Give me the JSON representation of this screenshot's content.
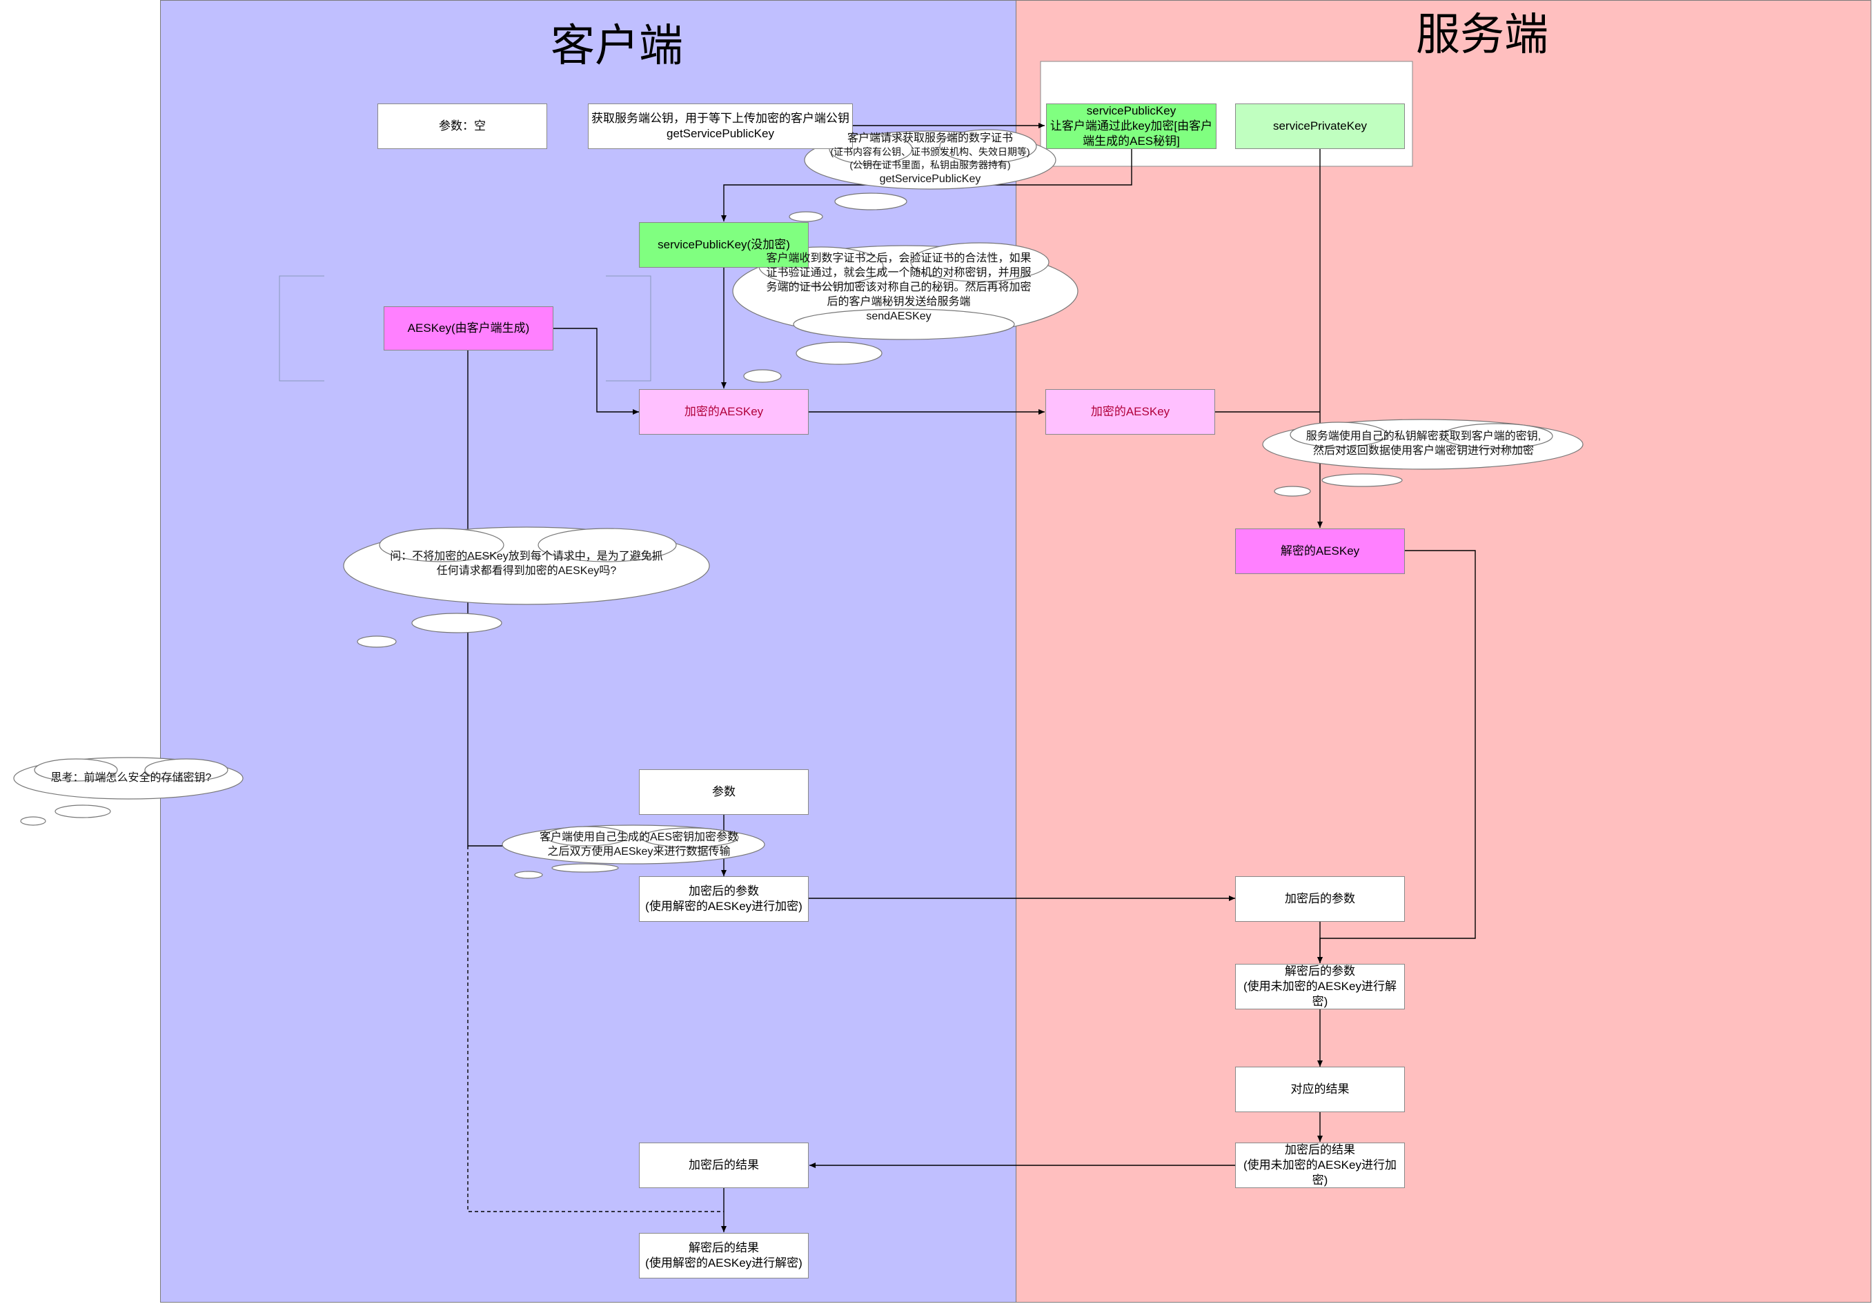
{
  "lanes": {
    "client_title": "客户端",
    "server_title": "服务端"
  },
  "nodes": {
    "params_empty": "参数：空",
    "get_public_key": "获取服务端公钥，用于等下上传加密的客户端公钥\ngetServicePublicKey",
    "service_public_key": "servicePublicKey\n让客户端通过此key加密[由客户端生成的AES秘钥]",
    "service_private_key": "servicePrivateKey",
    "spk_unencrypted": "servicePublicKey(没加密)",
    "aes_key_client": "AESKey(由客户端生成)",
    "encrypted_aes_client": "加密的AESKey",
    "encrypted_aes_server": "加密的AESKey",
    "decrypted_aes": "解密的AESKey",
    "params": "参数",
    "encrypted_params_client": "加密后的参数\n(使用解密的AESKey进行加密)",
    "encrypted_params_server": "加密后的参数",
    "decrypted_params": "解密后的参数\n(使用未加密的AESKey进行解密)",
    "result": "对应的结果",
    "encrypted_result_server": "加密后的结果\n(使用未加密的AESKey进行加密)",
    "encrypted_result_client": "加密后的结果",
    "decrypted_result": "解密后的结果\n(使用解密的AESKey进行解密)"
  },
  "clouds": {
    "request_cert_line1": "客户端请求获取服务端的数字证书",
    "request_cert_line2": "(证书内容有公钥、证书颁发机构、失效日期等)\n(公钥在证书里面，私钥由服务器持有)",
    "request_cert_line3": "getServicePublicKey",
    "verify_cert": "客户端收到数字证书之后，会验证证书的合法性，如果证书验证通过，就会生成一个随机的对称密钥，并用服务端的证书公钥加密该对称自己的秘钥。然后再将加密后的客户端秘钥发送给服务端\nsendAESKey",
    "server_decrypt": "服务端使用自己的私钥解密获取到客户端的密钥,\n然后对返回数据使用客户端密钥进行对称加密",
    "question": "问：不将加密的AESKey放到每个请求中，是为了避免抓\n任何请求都看得到加密的AESKey吗?",
    "think": "思考：前端怎么安全的存储密钥?",
    "client_encrypt": "客户端使用自己生成的AES密钥加密参数\n之后双方使用AESkey来进行数据传输"
  }
}
